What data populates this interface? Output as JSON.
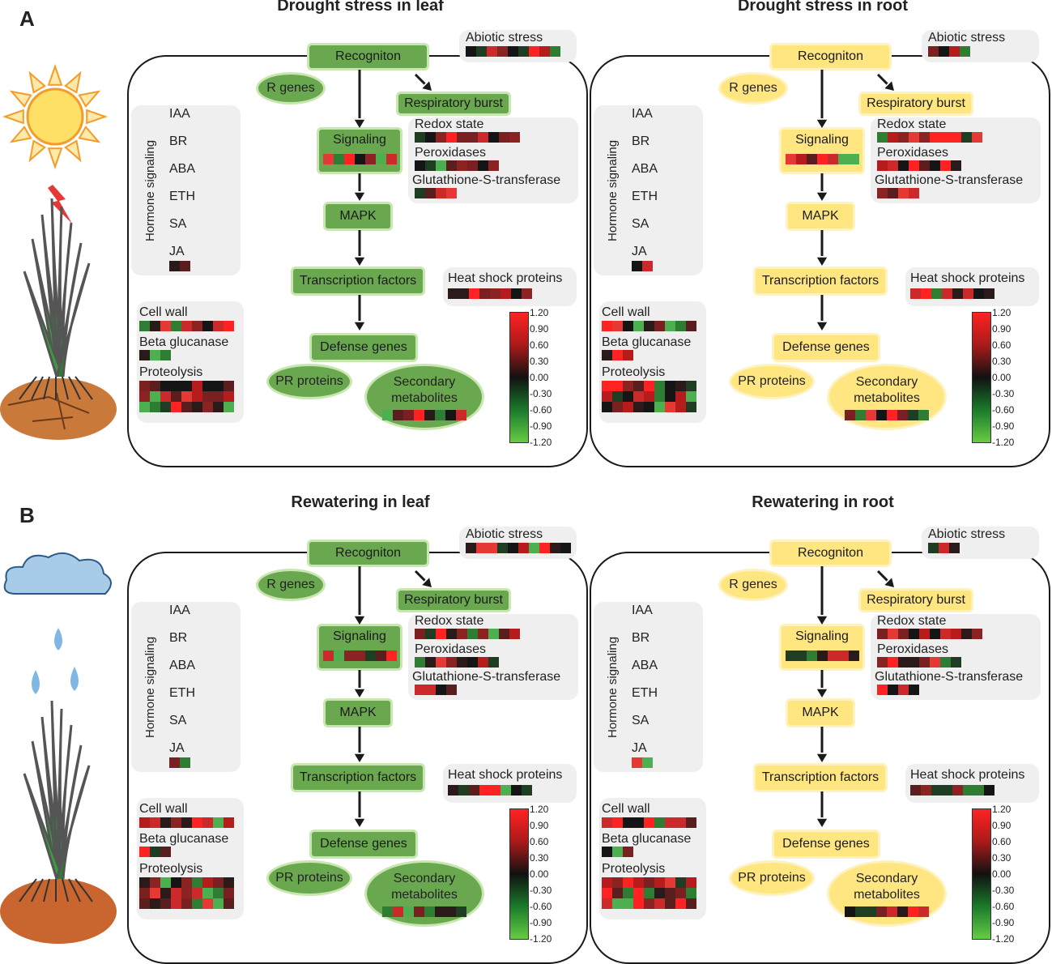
{
  "panels": [
    {
      "letter": "A",
      "title": "Drought stress in leaf",
      "theme": "green",
      "boxes": {
        "recognition": "Recogniton",
        "signaling": "Signaling",
        "mapk": "MAPK",
        "tf": "Transcription factors",
        "defense": "Defense genes",
        "respiratory": "Respiratory burst"
      },
      "ellipses": {
        "rgenes": "R genes",
        "pr": "PR proteins",
        "secondary": "Secondary metabolites"
      },
      "hormone_title": "Hormone signaling",
      "hormones": [
        "IAA",
        "BR",
        "ABA",
        "ETH",
        "SA",
        "JA"
      ],
      "abiotic": "Abiotic stress",
      "redox": "Redox state",
      "perox": "Peroxidases",
      "gst": "Glutathione-S-transferase",
      "hsp": "Heat shock proteins",
      "cellwall": "Cell wall",
      "beta": "Beta glucanase",
      "proteo": "Proteolysis"
    },
    {
      "letter": "",
      "title": "Drought stress in root",
      "theme": "yellow",
      "boxes": {
        "recognition": "Recogniton",
        "signaling": "Signaling",
        "mapk": "MAPK",
        "tf": "Transcription factors",
        "defense": "Defense genes",
        "respiratory": "Respiratory burst"
      },
      "ellipses": {
        "rgenes": "R genes",
        "pr": "PR proteins",
        "secondary": "Secondary metabolites"
      },
      "hormone_title": "Hormone signaling",
      "hormones": [
        "IAA",
        "BR",
        "ABA",
        "ETH",
        "SA",
        "JA"
      ],
      "abiotic": "Abiotic stress",
      "redox": "Redox state",
      "perox": "Peroxidases",
      "gst": "Glutathione-S-transferase",
      "hsp": "Heat shock proteins",
      "cellwall": "Cell wall",
      "beta": "Beta glucanase",
      "proteo": "Proteolysis"
    },
    {
      "letter": "B",
      "title": "Rewatering in leaf",
      "theme": "green",
      "boxes": {
        "recognition": "Recogniton",
        "signaling": "Signaling",
        "mapk": "MAPK",
        "tf": "Transcription factors",
        "defense": "Defense genes",
        "respiratory": "Respiratory burst"
      },
      "ellipses": {
        "rgenes": "R genes",
        "pr": "PR proteins",
        "secondary": "Secondary metabolites"
      },
      "hormone_title": "Hormone signaling",
      "hormones": [
        "IAA",
        "BR",
        "ABA",
        "ETH",
        "SA",
        "JA"
      ],
      "abiotic": "Abiotic stress",
      "redox": "Redox state",
      "perox": "Peroxidases",
      "gst": "Glutathione-S-transferase",
      "hsp": "Heat shock proteins",
      "cellwall": "Cell wall",
      "beta": "Beta glucanase",
      "proteo": "Proteolysis"
    },
    {
      "letter": "",
      "title": "Rewatering in root",
      "theme": "yellow",
      "boxes": {
        "recognition": "Recogniton",
        "signaling": "Signaling",
        "mapk": "MAPK",
        "tf": "Transcription factors",
        "defense": "Defense genes",
        "respiratory": "Respiratory burst"
      },
      "ellipses": {
        "rgenes": "R genes",
        "pr": "PR proteins",
        "secondary": "Secondary metabolites"
      },
      "hormone_title": "Hormone signaling",
      "hormones": [
        "IAA",
        "BR",
        "ABA",
        "ETH",
        "SA",
        "JA"
      ],
      "abiotic": "Abiotic stress",
      "redox": "Redox state",
      "perox": "Peroxidases",
      "gst": "Glutathione-S-transferase",
      "hsp": "Heat shock proteins",
      "cellwall": "Cell wall",
      "beta": "Beta glucanase",
      "proteo": "Proteolysis"
    }
  ],
  "colorbar_ticks": [
    "1.20",
    "0.90",
    "0.60",
    "0.30",
    "0.00",
    "-0.30",
    "-0.60",
    "-0.90",
    "-1.20"
  ],
  "colors": {
    "green_box": "#6aa84f",
    "yellow_box": "#ffe680",
    "high": "#ff2222",
    "zero": "#111111",
    "low": "#66cc44"
  }
}
